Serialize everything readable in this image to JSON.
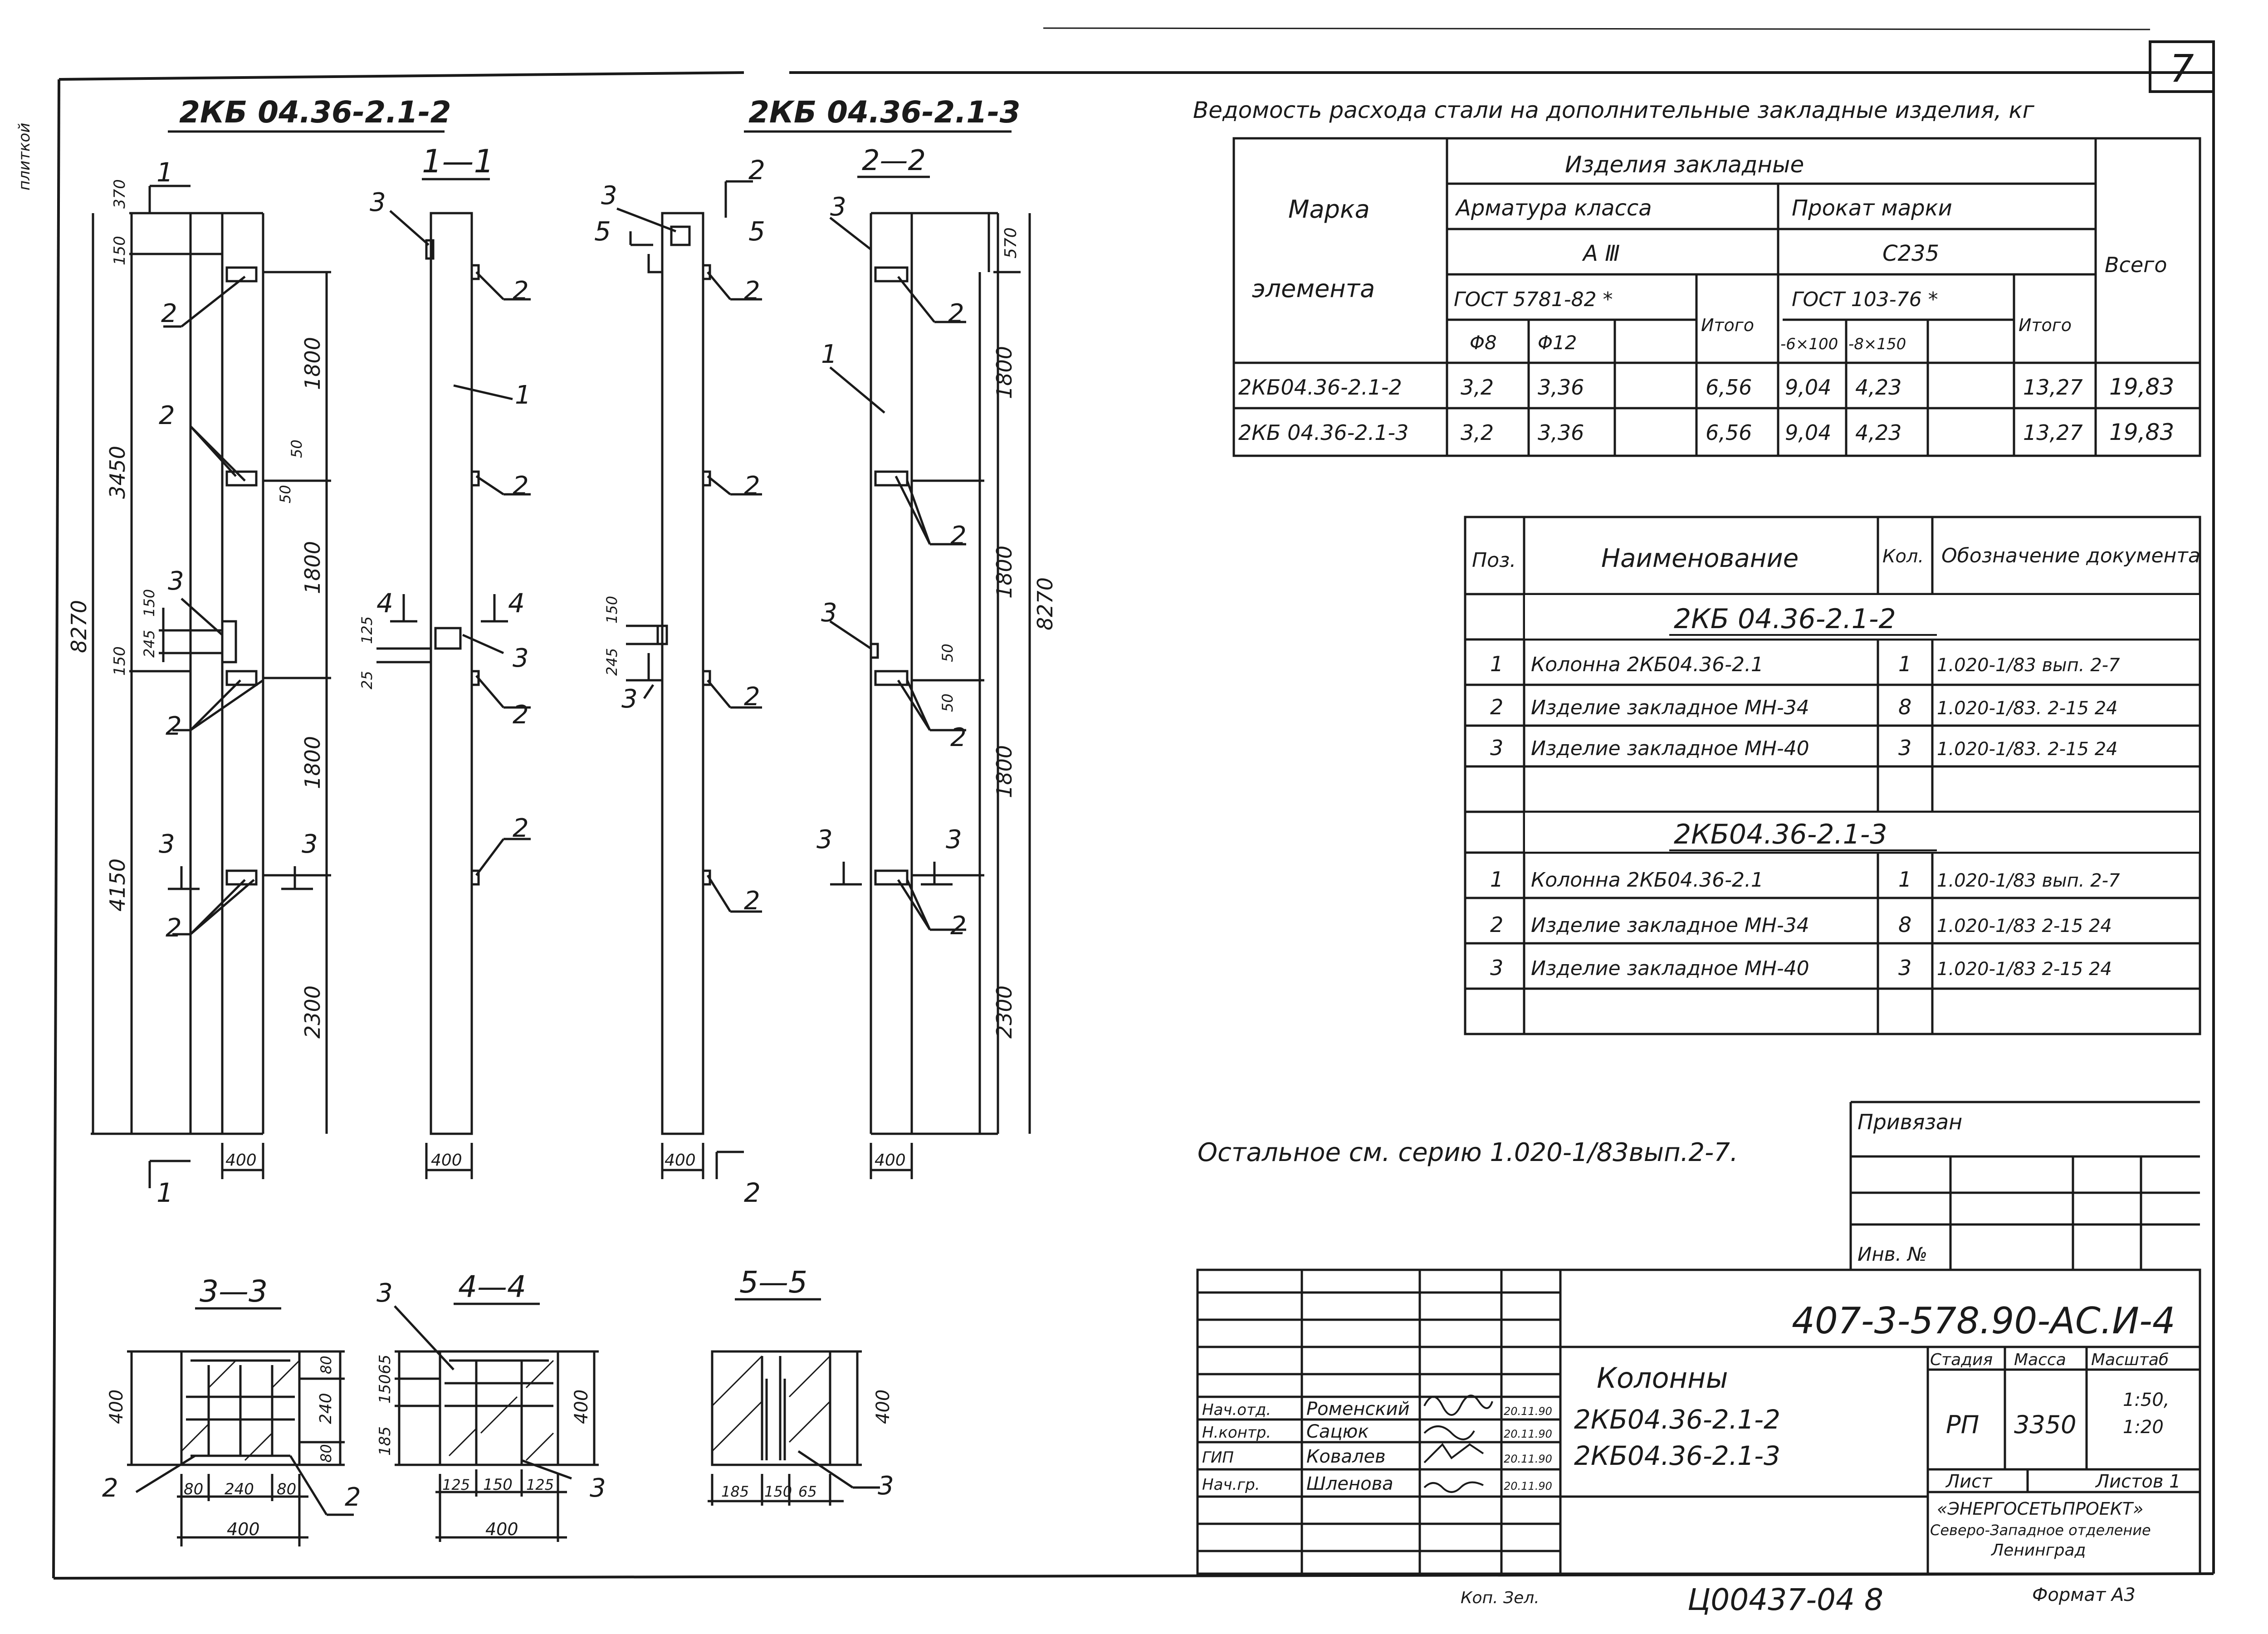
{
  "sheet_number": "7",
  "side_note": "плиткой",
  "views": {
    "v1_title": "2КБ 04.36-2.1-2",
    "v2_title": "2КБ 04.36-2.1-3",
    "sec_1_1": "1—1",
    "sec_2_2": "2—2",
    "sec_3_3": "3—3",
    "sec_4_4": "4—4",
    "sec_5_5": "5—5"
  },
  "labels": {
    "n1": "1",
    "n2": "2",
    "n3": "3",
    "n4": "4",
    "n5": "5"
  },
  "dims": {
    "d370": "370",
    "d150": "150",
    "d1800": "1800",
    "d3450": "3450",
    "d8270": "8270",
    "d245": "245",
    "d4150": "4150",
    "d2300": "2300",
    "d400": "400",
    "d50": "50",
    "d125": "125",
    "d25": "25",
    "d570": "570",
    "d240": "240",
    "d80": "80",
    "d65": "65",
    "d185": "185"
  },
  "steel_table": {
    "title": "Ведомость расхода стали на дополнительные закладные изделия, кг",
    "h_mark_1": "Марка",
    "h_mark_2": "элемента",
    "h_items": "Изделия закладные",
    "h_rebar_class": "Арматура класса",
    "h_rolled_grade": "Прокат марки",
    "h_a3": "А Ⅲ",
    "h_c235": "С235",
    "h_gost_rebar": "ГОСТ 5781-82 *",
    "h_gost_rolled": "ГОСТ 103-76 *",
    "h_f8": "Φ8",
    "h_f12": "Φ12",
    "h_total_sub": "Итого",
    "h_6x100": "-6×100",
    "h_8x150": "-8×150",
    "h_total": "Всего",
    "rows": [
      [
        "2КБ04.36-2.1-2",
        "3,2",
        "3,36",
        "6,56",
        "9,04",
        "4,23",
        "13,27",
        "19,83"
      ],
      [
        "2КБ 04.36-2.1-3",
        "3,2",
        "3,36",
        "6,56",
        "9,04",
        "4,23",
        "13,27",
        "19,83"
      ]
    ]
  },
  "spec_table": {
    "h_pos": "Поз.",
    "h_name": "Наименование",
    "h_qty": "Кол.",
    "h_doc": "Обозначение документа",
    "group1": "2КБ 04.36-2.1-2",
    "group2": "2КБ04.36-2.1-3",
    "rows1": [
      [
        "1",
        "Колонна 2КБ04.36-2.1",
        "1",
        "1.020-1/83 вып. 2-7"
      ],
      [
        "2",
        "Изделие закладное МН-34",
        "8",
        "1.020-1/83. 2-15 24"
      ],
      [
        "3",
        "Изделие закладное МН-40",
        "3",
        "1.020-1/83. 2-15 24"
      ]
    ],
    "rows2": [
      [
        "1",
        "Колонна 2КБ04.36-2.1",
        "1",
        "1.020-1/83 вып. 2-7"
      ],
      [
        "2",
        "Изделие закладное МН-34",
        "8",
        "1.020-1/83 2-15 24"
      ],
      [
        "3",
        "Изделие закладное МН-40",
        "3",
        "1.020-1/83 2-15 24"
      ]
    ]
  },
  "note": "Остальное см. серию 1.020-1/83вып.2-7.",
  "stamp": {
    "privyazan": "Привязан",
    "inv_no": "Инв. №",
    "doc_code": "407-3-578.90-АС.И-4",
    "title_1": "Колонны",
    "title_2": "2КБ04.36-2.1-2",
    "title_3": "2КБ04.36-2.1-3",
    "h_stage": "Стадия",
    "h_mass": "Масса",
    "h_scale": "Масштаб",
    "stage": "РП",
    "mass": "3350",
    "scale_1": "1:50,",
    "scale_2": "1:20",
    "sheet": "Лист",
    "sheets": "Листов 1",
    "org_1": "«ЭНЕРГОСЕТЬПРОЕКТ»",
    "org_2": "Северо-Западное отделение",
    "org_3": "Ленинград",
    "people": [
      [
        "Нач.отд.",
        "Роменский",
        "20.11.90"
      ],
      [
        "Н.контр.",
        "Сацюк",
        "20.11.90"
      ],
      [
        "ГИП",
        "Ковалев",
        "20.11.90"
      ],
      [
        "Нач.гр.",
        "Шленова",
        "20.11.90"
      ]
    ]
  },
  "footer": {
    "copied": "Коп. Зел.",
    "archive": "Ц00437-04 8",
    "format": "Формат А3"
  }
}
